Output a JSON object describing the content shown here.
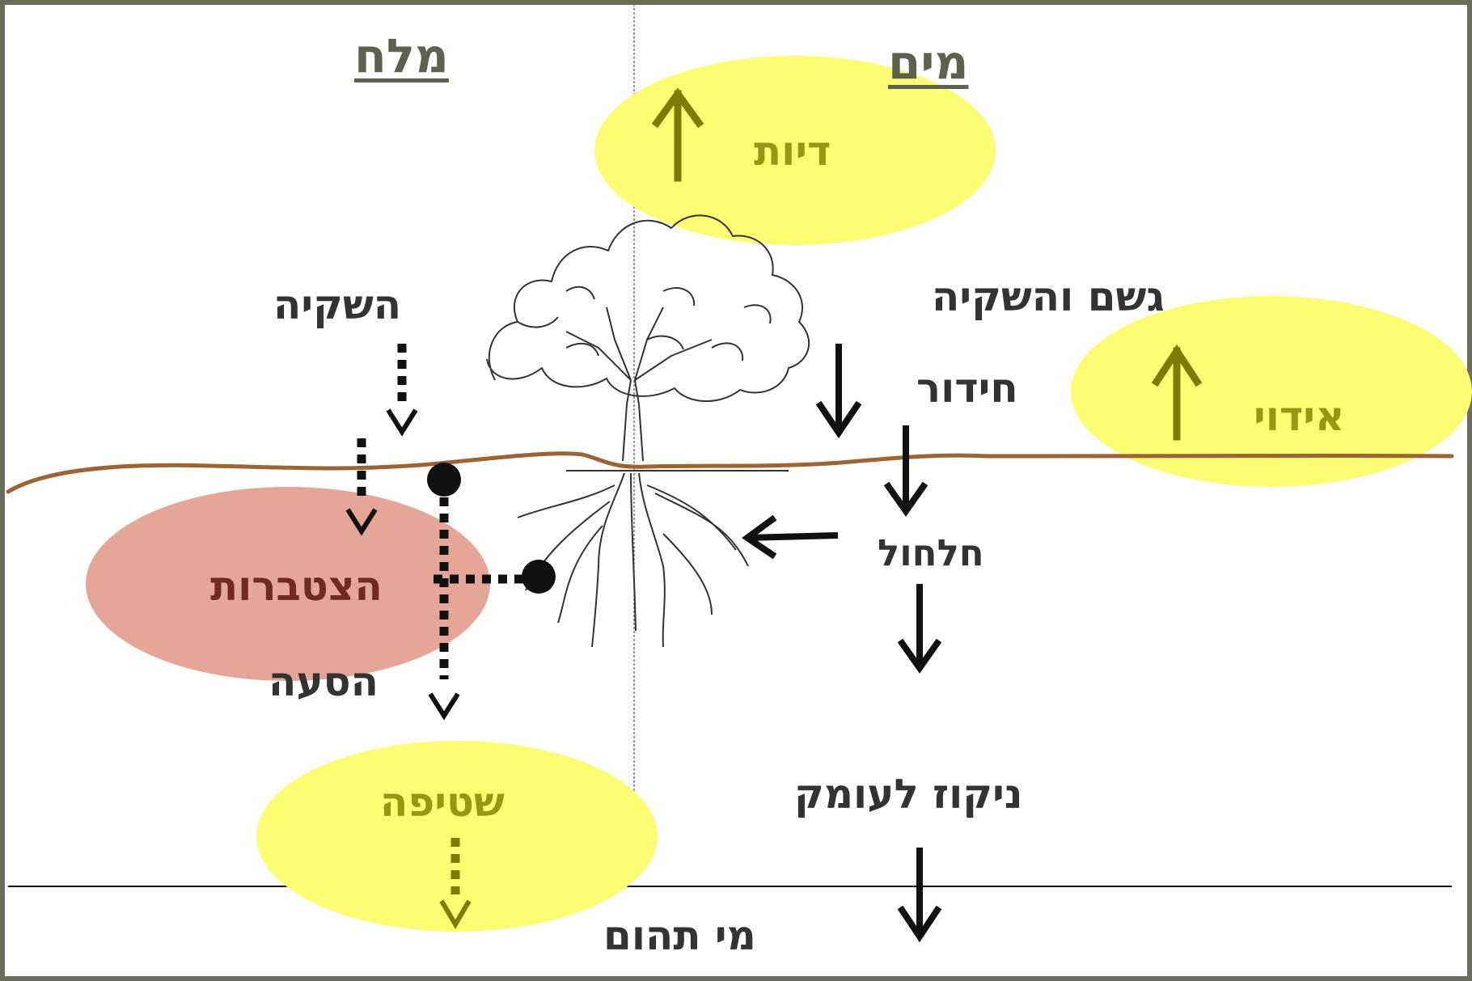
{
  "labels": {
    "salt_heading": "מלח",
    "water_heading": "מים",
    "transpiration": "דיות",
    "rain_irrigation": "גשם והשקיה",
    "irrigation": "השקיה",
    "infiltration": "חידור",
    "evaporation": "אידוי",
    "percolation": "חלחול",
    "accumulation": "הצטברות",
    "transport": "הסעה",
    "leaching": "שטיפה",
    "deep_drainage": "ניקוז לעומק",
    "groundwater": "מי תהום"
  },
  "colors": {
    "highlight_yellow": "#fdfd73",
    "accumulation_fill": "#e5a597",
    "soil_line": "#9b6432",
    "olive_arrow": "#7f7a00",
    "frame": "#6a6d5a"
  },
  "icons": [
    "tree-illustration",
    "arrow-up-icon",
    "arrow-down-icon",
    "arrow-left-icon",
    "dotted-arrow-icon",
    "dot-icon"
  ]
}
